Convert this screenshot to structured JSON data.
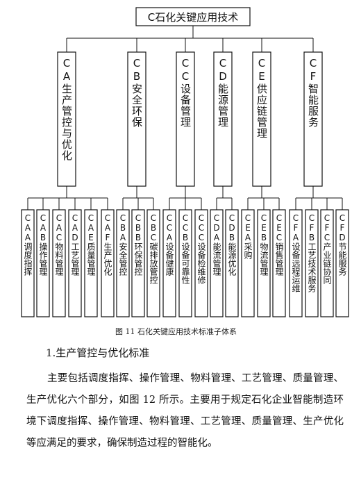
{
  "diagram": {
    "root": "C石化关键应用技术",
    "branches": [
      {
        "label": "CA生产管控与优化",
        "children": [
          "CAA调度指挥",
          "CAB操作管理",
          "CAC物料管理",
          "CAD工艺管理",
          "CAE质量管理",
          "CAF生产优化"
        ]
      },
      {
        "label": "CB安全环保",
        "children": [
          "CBA安全管控",
          "CBB环保管控",
          "CBC碳排放管控"
        ]
      },
      {
        "label": "CC设备管理",
        "children": [
          "CCA设备健康",
          "CCB设备可靠性",
          "CCC设备检维修"
        ]
      },
      {
        "label": "CD能源管理",
        "children": [
          "CDA能流管理",
          "CDB能源优化"
        ]
      },
      {
        "label": "CE供应链管理",
        "children": [
          "CEA采购",
          "CEB物流管理",
          "CEC销售管理"
        ]
      },
      {
        "label": "CF智能服务",
        "children": [
          "CFA设备远程运维",
          "CFB工艺技术服务",
          "CFC产业链协同",
          "CFD节能服务"
        ]
      }
    ]
  },
  "caption": "图 11  石化关键应用技术标准子体系",
  "section": {
    "heading": "1.生产管控与优化标准",
    "body": "主要包括调度指挥、操作管理、物料管理、工艺管理、质量管理、生产优化六个部分，如图 12 所示。主要用于规定石化企业智能制造环境下调度指挥、操作管理、物料管理、工艺管理、质量管理、生产优化等应满足的要求，确保制造过程的智能化。"
  }
}
